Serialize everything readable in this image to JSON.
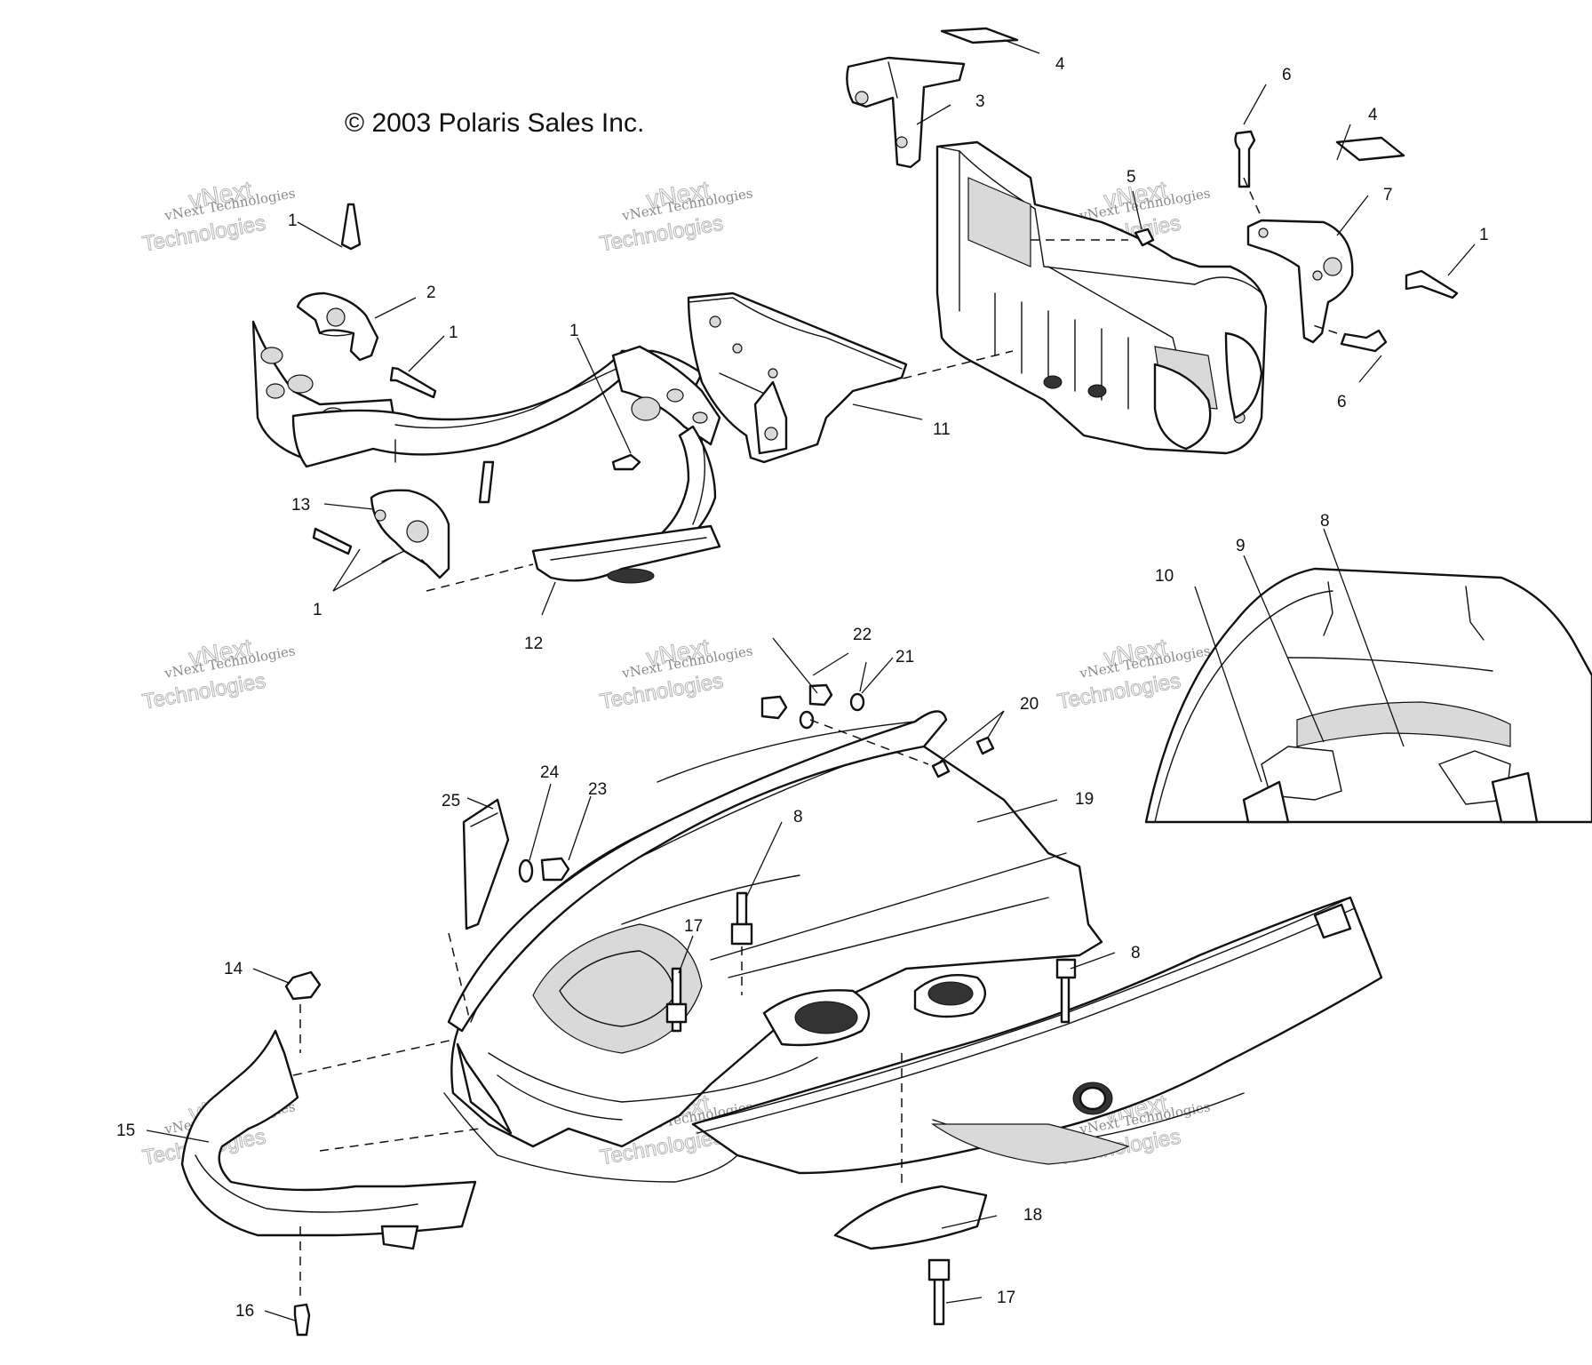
{
  "diagram": {
    "copyright": "© 2003 Polaris Sales Inc.",
    "watermark": {
      "line1": "vNext Technologies",
      "word1": "vNext",
      "word2": "Technologies"
    },
    "callouts": [
      "1",
      "1",
      "1",
      "1",
      "1",
      "2",
      "3",
      "4",
      "4",
      "5",
      "6",
      "6",
      "7",
      "8",
      "8",
      "8",
      "9",
      "10",
      "11",
      "12",
      "13",
      "14",
      "15",
      "16",
      "17",
      "17",
      "18",
      "19",
      "20",
      "21",
      "22",
      "23",
      "24",
      "25"
    ]
  },
  "palette": {
    "ink": "#111111",
    "paper": "#ffffff",
    "watermark": "#b5b5b5"
  }
}
